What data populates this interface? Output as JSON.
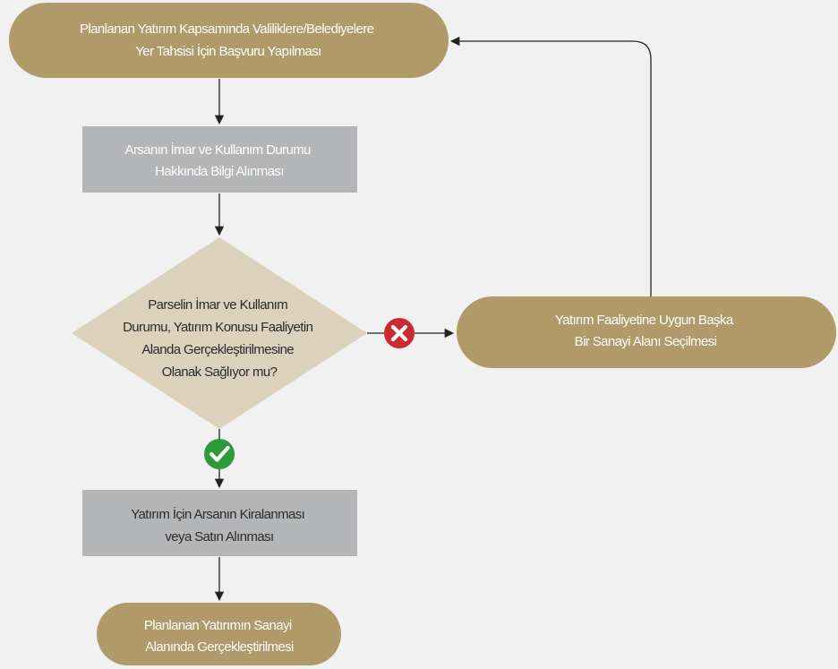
{
  "colors": {
    "background": "#f1f1f1",
    "terminal": "#b09a6a",
    "process": "#b4b5b7",
    "decision": "#dcd2bc",
    "no_icon": "#cc2a30",
    "yes_icon": "#2f9a3a",
    "arrow": "#222222"
  },
  "nodes": {
    "start": {
      "line1": "Planlanan Yatırım Kapsamında Valiliklere/Belediyelere",
      "line2": "Yer Tahsisi İçin Başvuru Yapılması"
    },
    "info": {
      "line1": "Arsanın İmar ve Kullanım Durumu",
      "line2": "Hakkında Bilgi Alınması"
    },
    "decision": {
      "line1": "Parselin İmar ve Kullanım",
      "line2": "Durumu, Yatırım Konusu Faaliyetin",
      "line3": "Alanda Gerçekleştirilmesine",
      "line4": "Olanak Sağlıyor mu?"
    },
    "alternative": {
      "line1": "Yatırım Faaliyetine Uygun Başka",
      "line2": "Bir Sanayi Alanı Seçilmesi"
    },
    "lease": {
      "line1": "Yatırım İçin Arsanın Kiralanması",
      "line2": "veya Satın Alınması"
    },
    "end": {
      "line1": "Planlanan Yatırımın Sanayi",
      "line2": "Alanında Gerçekleştirilmesi"
    }
  },
  "icons": {
    "no": "close-x-icon",
    "yes": "checkmark-icon"
  }
}
